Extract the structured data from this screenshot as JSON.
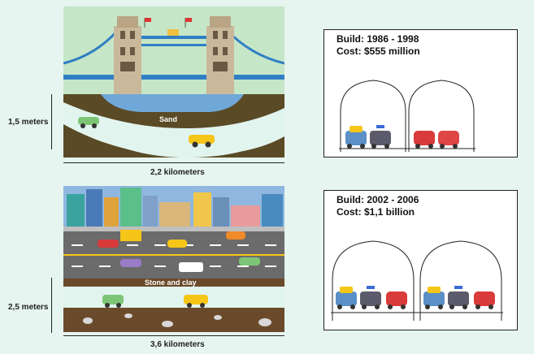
{
  "top": {
    "ground_label": "Sand",
    "height_label": "1,5 meters",
    "length_label": "2,2 kilometers",
    "info_build": "Build: 1986 - 1998",
    "info_cost": "Cost: $555 million"
  },
  "bottom": {
    "ground_label": "Stone and clay",
    "height_label": "2,5 meters",
    "length_label": "3,6 kilometers",
    "info_build": "Build: 2002 - 2006",
    "info_cost": "Cost: $1,1 billion"
  },
  "colors": {
    "background": "#e6f5ef",
    "soil": "#5a4a26",
    "tunnel": "#e2f4ee",
    "water": "#6fa8d8",
    "road": "#6b6b6b",
    "bridge_blue": "#2f7fc4"
  }
}
